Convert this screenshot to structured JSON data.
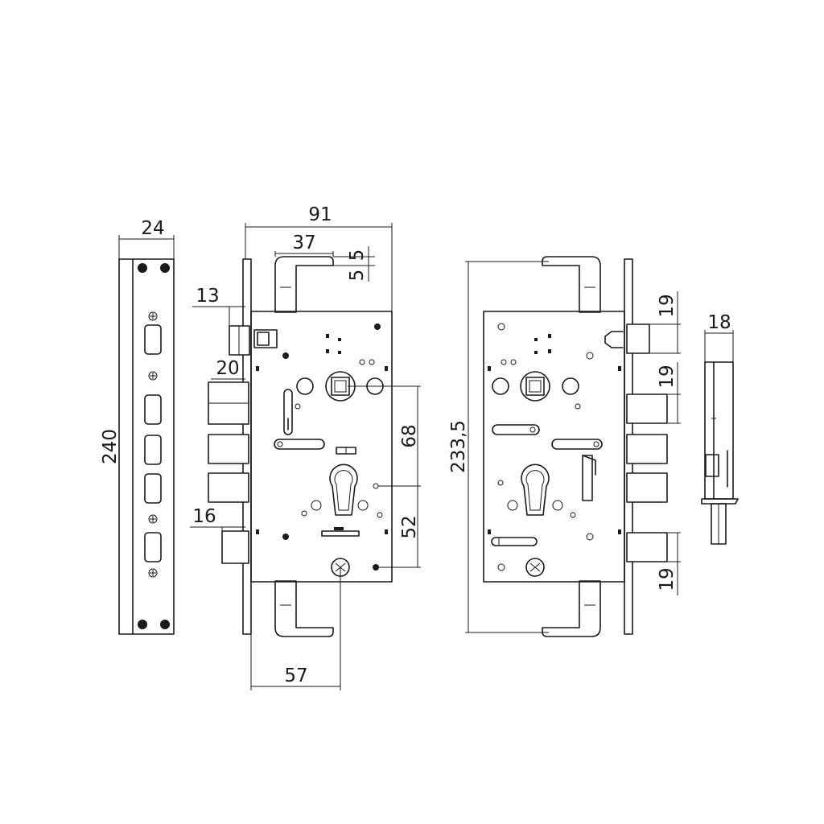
{
  "dimensions": {
    "faceplate_width": "24",
    "faceplate_length": "240",
    "body_width": "91",
    "top_latch_offset": "37",
    "top_latch_small_a": "5",
    "top_latch_small_b": "5",
    "latch_projection": "13",
    "bolt_projection": "20",
    "spindle_to_cylinder": "68",
    "cylinder_to_lower": "52",
    "lower_bolt_projection": "16",
    "backset": "57",
    "overall_height": "233,5",
    "bolt_pitch_top": "19",
    "bolt_pitch_mid": "19",
    "bolt_pitch_bottom": "19",
    "side_thickness": "18"
  },
  "colors": {
    "line": "#1a1a1a",
    "background": "#ffffff"
  }
}
